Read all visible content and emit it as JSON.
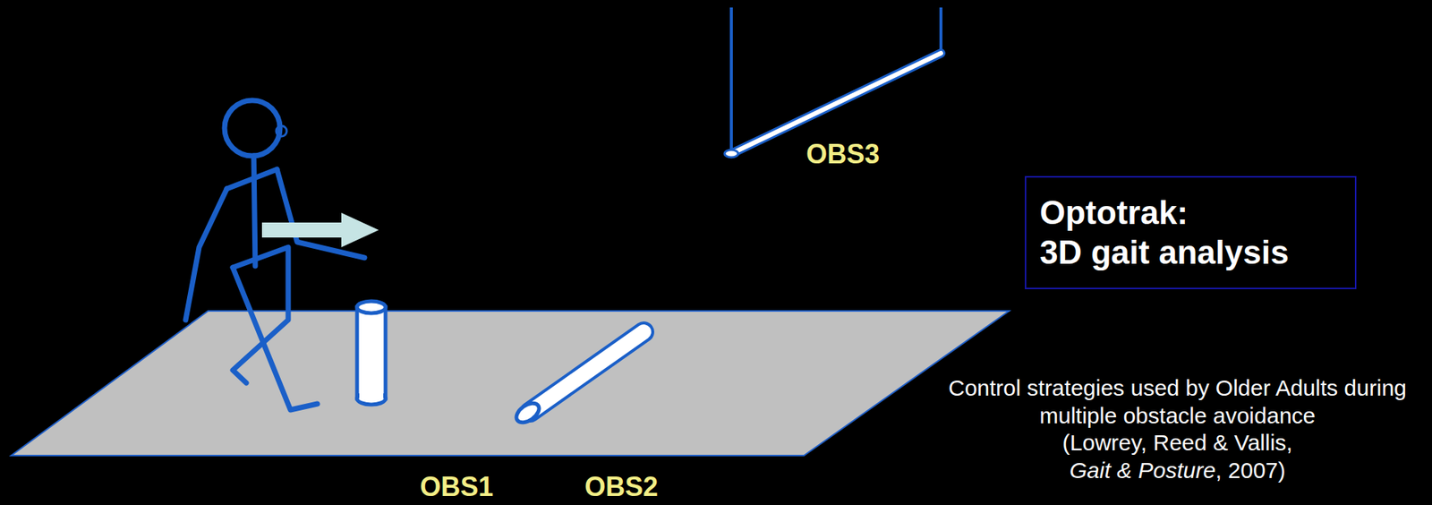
{
  "diagram": {
    "nodes": [
      {
        "text": [
          "Optotrak:",
          "3D gait analysis"
        ]
      }
    ],
    "labels": [
      "OBS3",
      "OBS1",
      "OBS2",
      "Control strategies used by Older Adults during multiple obstacle avoidance",
      "(Lowrey, Reed & Vallis,",
      "Gait & Posture",
      ", 2007)"
    ]
  }
}
